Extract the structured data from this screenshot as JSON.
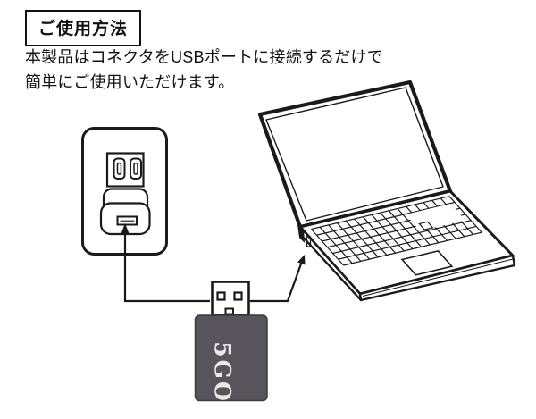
{
  "heading": {
    "title": "ご使用方法"
  },
  "instructions": {
    "line1": "本製品はコネクタをUSBポートに接続するだけで",
    "line2": "簡単にご使用いただけます。"
  },
  "device": {
    "label": "5GO"
  },
  "colors": {
    "outline": "#1a1a1a",
    "device_body": "#57545B",
    "device_label": "#E9E9E9",
    "port_fill": "#999999"
  }
}
